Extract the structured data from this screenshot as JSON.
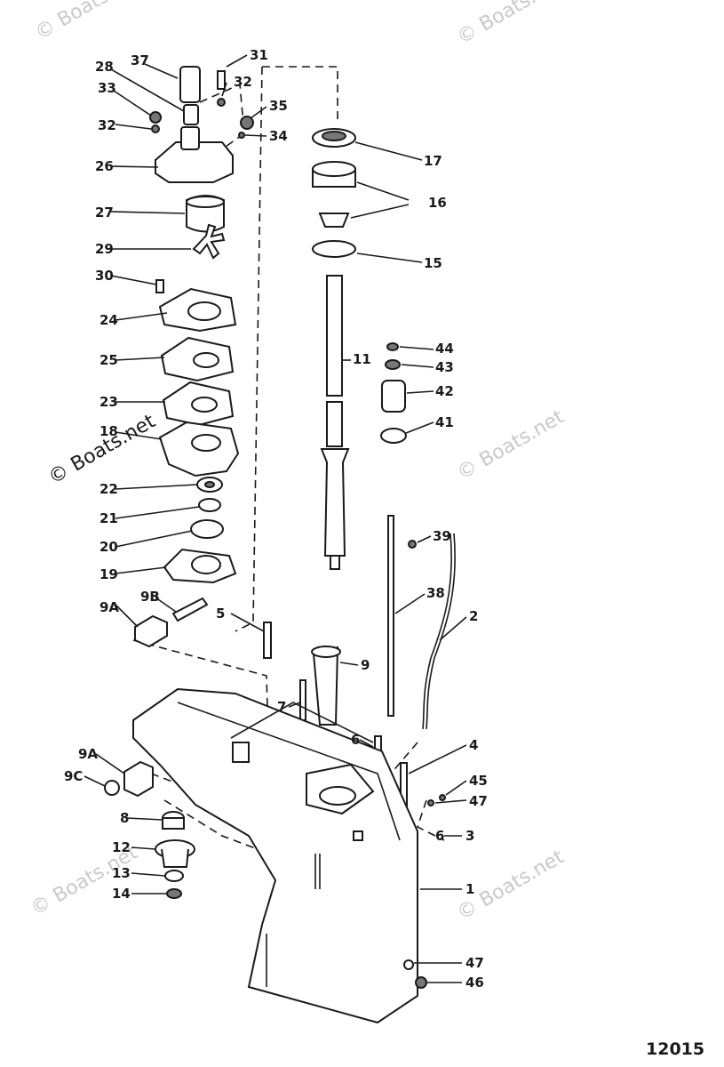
{
  "watermark": "© Boats.net",
  "figure_number": "12015",
  "callouts": [
    {
      "key": "c37",
      "text": "37"
    },
    {
      "key": "c31",
      "text": "31"
    },
    {
      "key": "c28",
      "text": "28"
    },
    {
      "key": "c32a",
      "text": "32"
    },
    {
      "key": "c33",
      "text": "33"
    },
    {
      "key": "c35",
      "text": "35"
    },
    {
      "key": "c32b",
      "text": "32"
    },
    {
      "key": "c34",
      "text": "34"
    },
    {
      "key": "c17",
      "text": "17"
    },
    {
      "key": "c26",
      "text": "26"
    },
    {
      "key": "c16",
      "text": "16"
    },
    {
      "key": "c27",
      "text": "27"
    },
    {
      "key": "c29",
      "text": "29"
    },
    {
      "key": "c15",
      "text": "15"
    },
    {
      "key": "c30",
      "text": "30"
    },
    {
      "key": "c24",
      "text": "24"
    },
    {
      "key": "c11",
      "text": "11"
    },
    {
      "key": "c44",
      "text": "44"
    },
    {
      "key": "c43",
      "text": "43"
    },
    {
      "key": "c25",
      "text": "25"
    },
    {
      "key": "c42",
      "text": "42"
    },
    {
      "key": "c23",
      "text": "23"
    },
    {
      "key": "c41",
      "text": "41"
    },
    {
      "key": "c18",
      "text": "18"
    },
    {
      "key": "c22",
      "text": "22"
    },
    {
      "key": "c21",
      "text": "21"
    },
    {
      "key": "c20",
      "text": "20"
    },
    {
      "key": "c39",
      "text": "39"
    },
    {
      "key": "c19",
      "text": "19"
    },
    {
      "key": "c38",
      "text": "38"
    },
    {
      "key": "c9B",
      "text": "9B"
    },
    {
      "key": "c9A1",
      "text": "9A"
    },
    {
      "key": "c2",
      "text": "2"
    },
    {
      "key": "c5",
      "text": "5"
    },
    {
      "key": "c9",
      "text": "9"
    },
    {
      "key": "c7",
      "text": "7"
    },
    {
      "key": "c6a",
      "text": "6"
    },
    {
      "key": "c4",
      "text": "4"
    },
    {
      "key": "c9A2",
      "text": "9A"
    },
    {
      "key": "c9C",
      "text": "9C"
    },
    {
      "key": "c45",
      "text": "45"
    },
    {
      "key": "c47a",
      "text": "47"
    },
    {
      "key": "c8",
      "text": "8"
    },
    {
      "key": "c6b",
      "text": "6"
    },
    {
      "key": "c3",
      "text": "3"
    },
    {
      "key": "c12",
      "text": "12"
    },
    {
      "key": "c13",
      "text": "13"
    },
    {
      "key": "c1",
      "text": "1"
    },
    {
      "key": "c14",
      "text": "14"
    },
    {
      "key": "c47b",
      "text": "47"
    },
    {
      "key": "c46",
      "text": "46"
    }
  ]
}
